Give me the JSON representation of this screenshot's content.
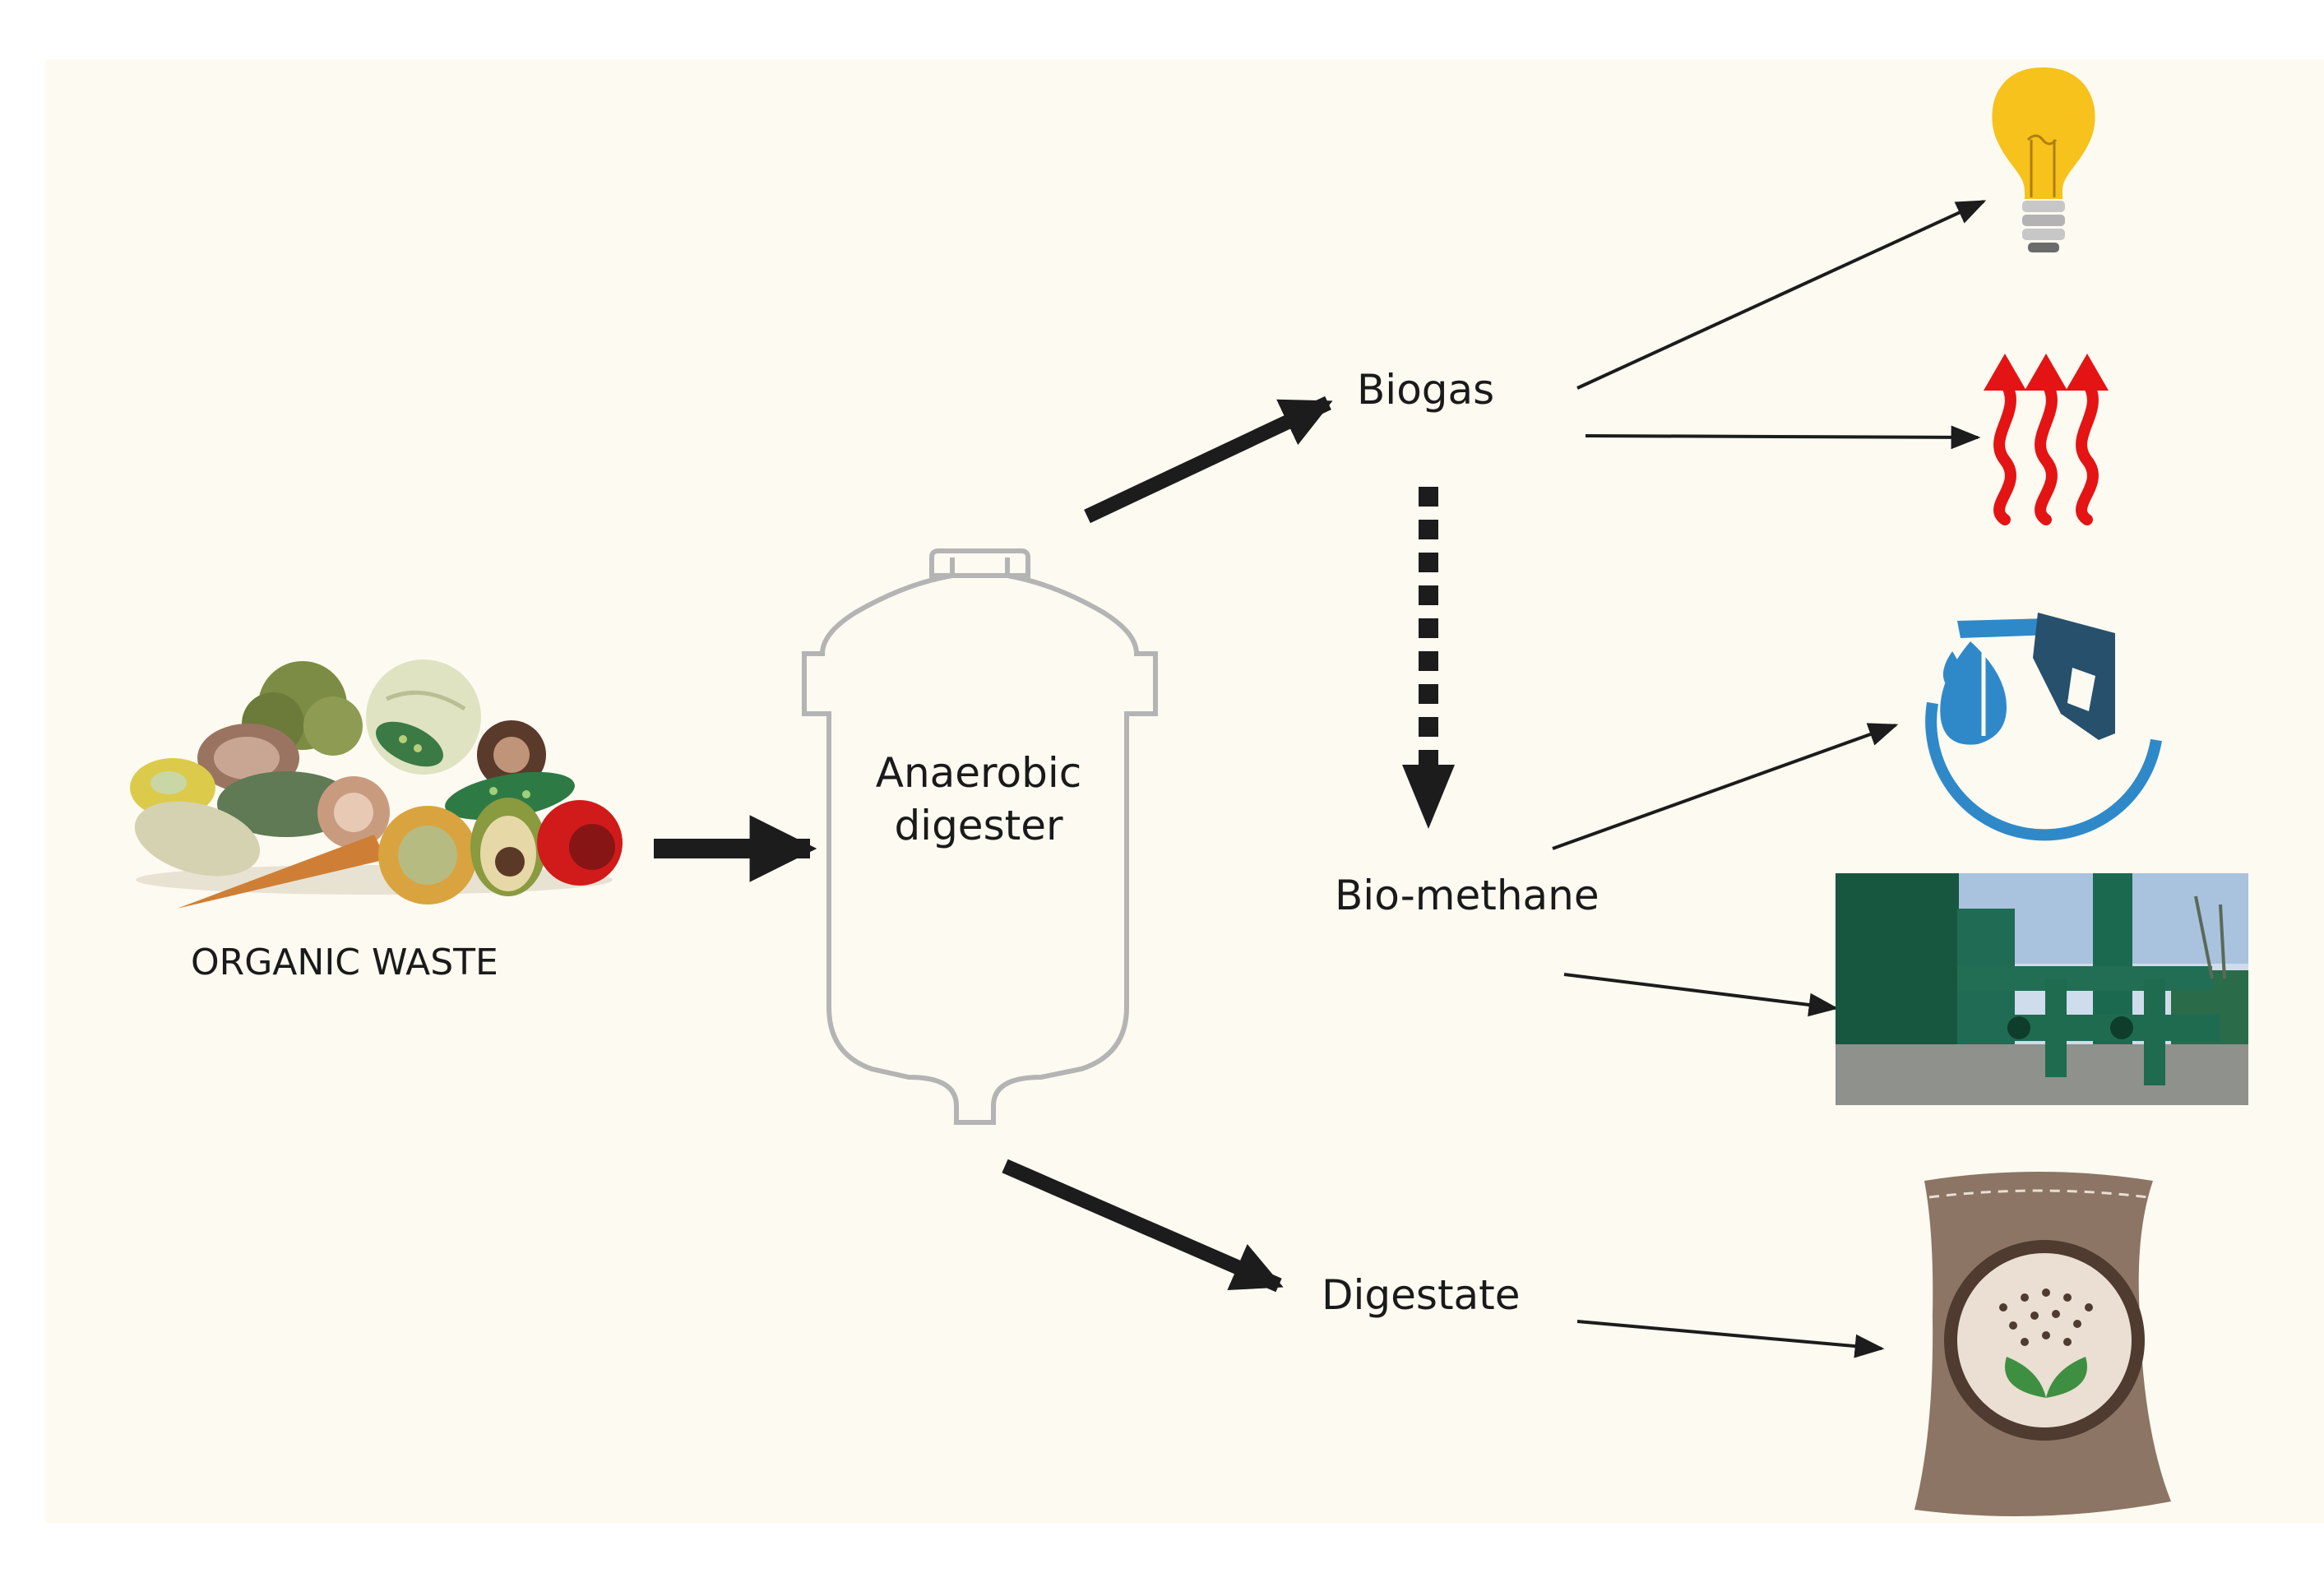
{
  "labels": {
    "organic_waste": "ORGANIC WASTE",
    "digester_line1": "Anaerobic",
    "digester_line2": "digester",
    "biogas": "Biogas",
    "biomethane": "Bio-methane",
    "digestate": "Digestate"
  },
  "icons": {
    "input": "organic-waste-pile-icon",
    "vessel": "anaerobic-digester-icon",
    "biogas_outputs": [
      "light-bulb-icon",
      "heat-waves-icon"
    ],
    "biomethane_outputs": [
      "biofuel-pump-icon",
      "gas-grid-plant-photo"
    ],
    "digestate_output": "fertilizer-sack-icon"
  },
  "colors": {
    "background": "#fcfaf1",
    "arrow": "#1c1c1c",
    "digester_outline": "#b4b4b4",
    "bulb": "#f6c21b",
    "heat": "#e41414",
    "fuel_blue": "#2f89c9",
    "fuel_navy": "#27506d",
    "plant_green": "#1f6b53",
    "sack_brown": "#8c7564"
  }
}
